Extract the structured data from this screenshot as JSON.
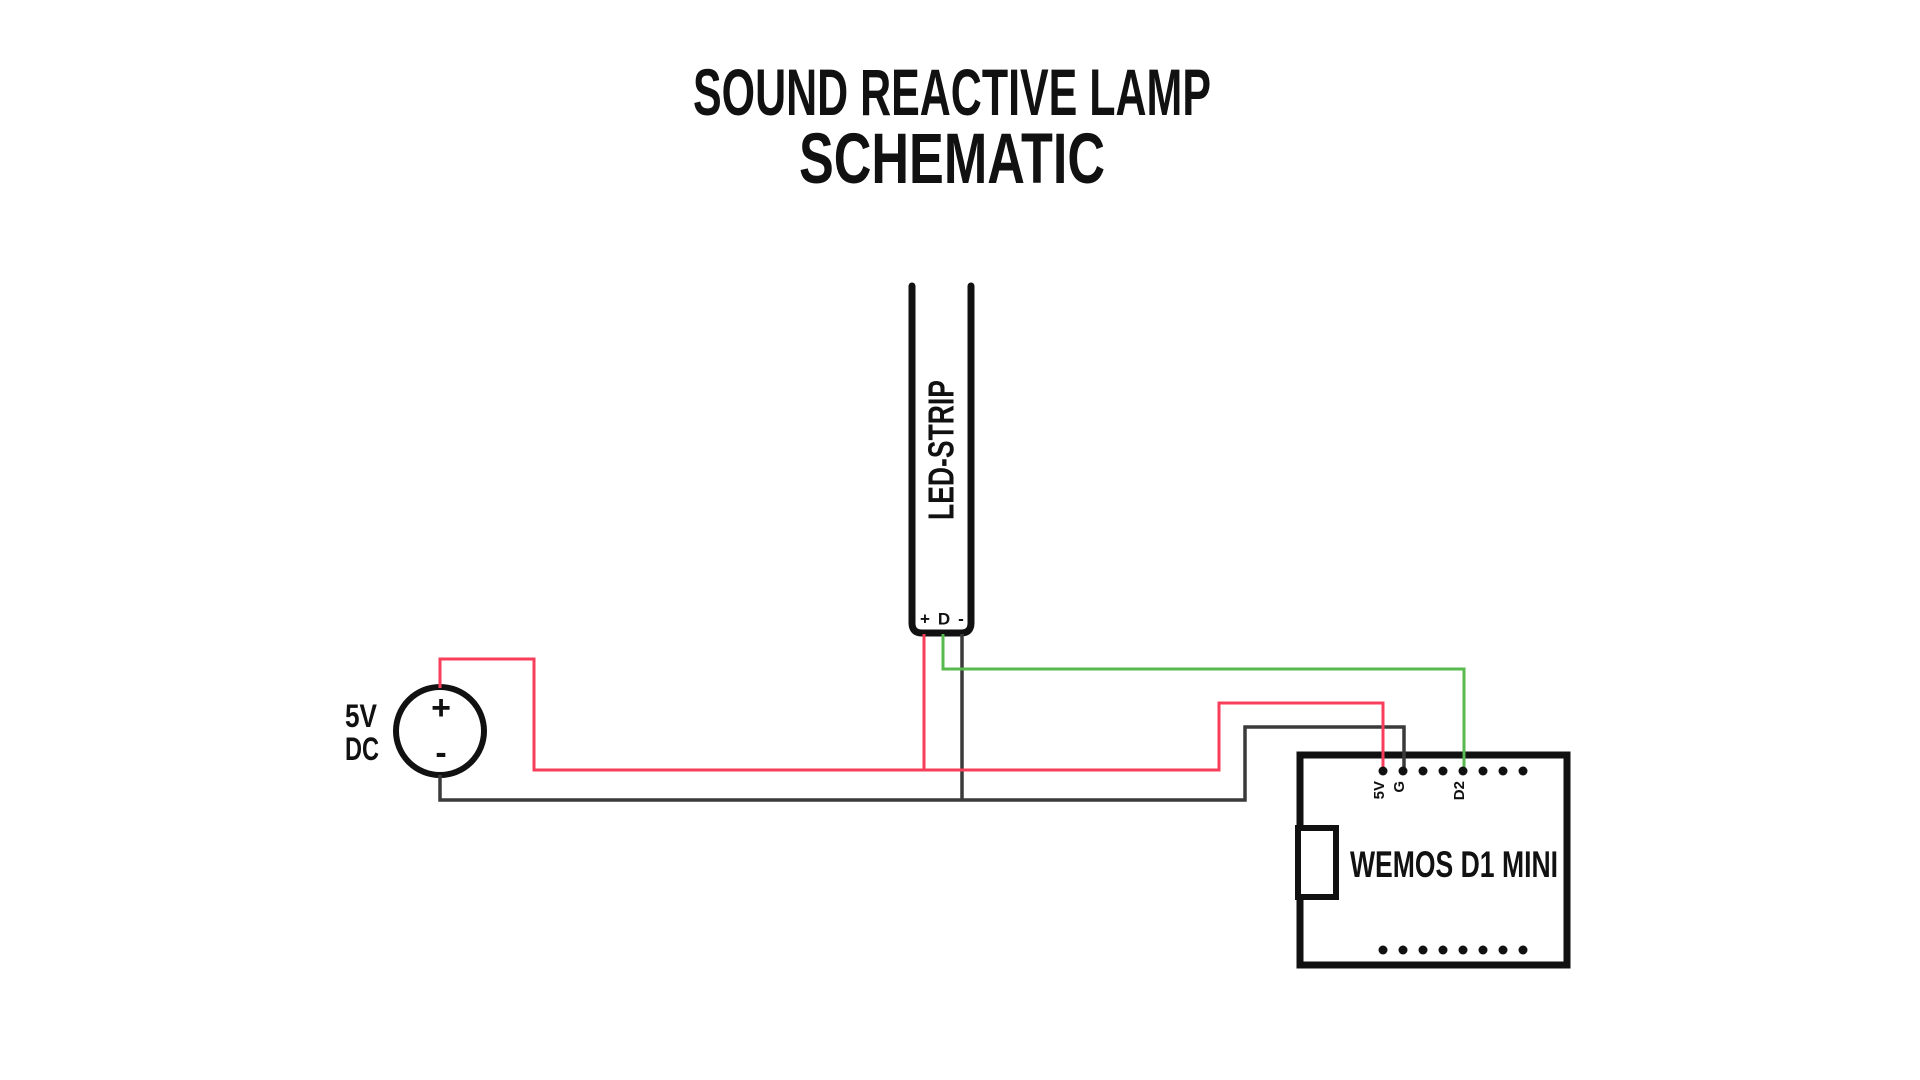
{
  "title": {
    "line1": "SOUND REACTIVE LAMP",
    "line2": "SCHEMATIC"
  },
  "colors": {
    "accent": "#f514eb",
    "wire_positive": "#f83e5a",
    "wire_ground": "#3a3a3a",
    "wire_data": "#57b94e",
    "outline": "#111111"
  },
  "power_source": {
    "label_line1": "5V",
    "label_line2": "DC",
    "terminal_positive": "+",
    "terminal_negative": "-"
  },
  "led_strip": {
    "name": "LED-STRIP",
    "pin_positive": "+",
    "pin_data": "D",
    "pin_negative": "-"
  },
  "controller": {
    "name": "WEMOS D1 MINI",
    "pin_5v": "5V",
    "pin_ground": "G",
    "pin_data": "D2"
  }
}
